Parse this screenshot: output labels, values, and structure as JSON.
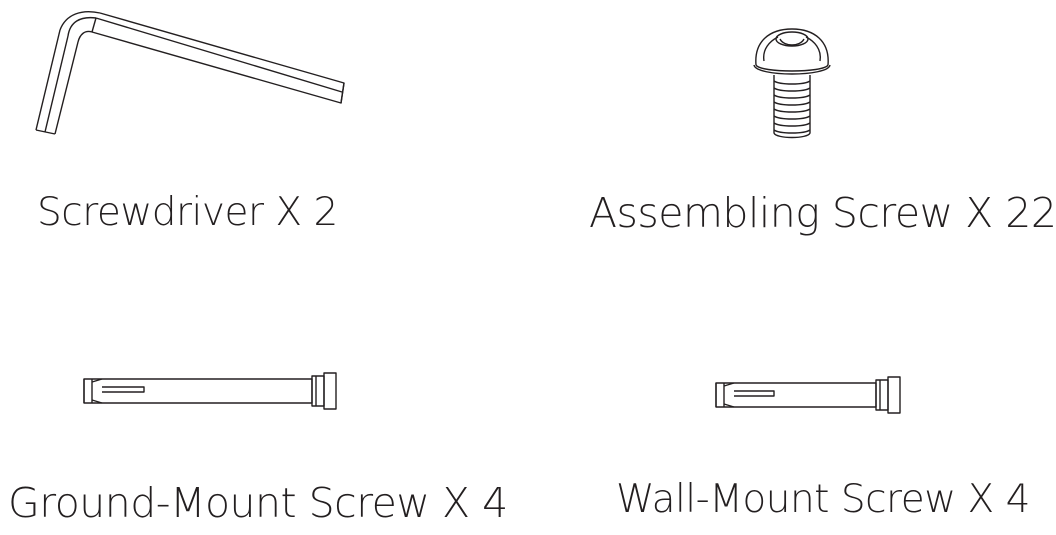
{
  "colors": {
    "ink": "#231f20",
    "background": "#ffffff"
  },
  "parts": [
    {
      "id": "screwdriver",
      "icon": "hex-key-icon",
      "label": "Screwdriver X 2",
      "quantity": 2
    },
    {
      "id": "assembling",
      "icon": "button-head-screw-icon",
      "label": "Assembling Screw X 22",
      "quantity": 22
    },
    {
      "id": "ground",
      "icon": "expansion-bolt-icon",
      "label": "Ground-Mount Screw X 4",
      "quantity": 4
    },
    {
      "id": "wall",
      "icon": "expansion-bolt-icon",
      "label": "Wall-Mount Screw X 4",
      "quantity": 4
    }
  ]
}
